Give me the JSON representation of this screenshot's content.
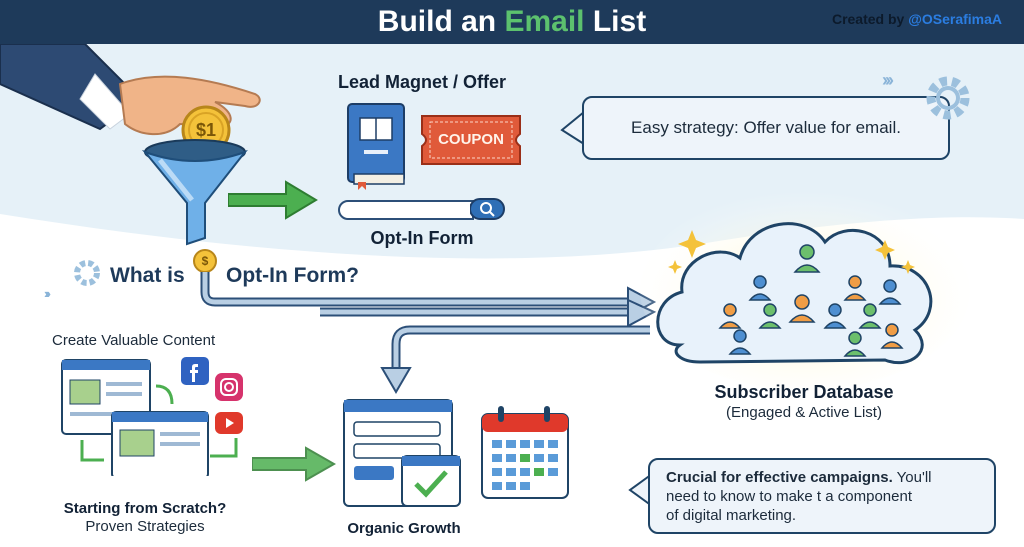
{
  "header": {
    "title_part1": "Build an ",
    "title_accent": "Email",
    "title_part2": " List",
    "credit_prefix": "Created by ",
    "credit_handle": "@OSerafimaA"
  },
  "funnel": {
    "coin_label": "$1",
    "small_coin_label": "$"
  },
  "lead_magnet": {
    "title": "Lead Magnet / Offer",
    "coupon_label": "COUPON"
  },
  "opt_in": {
    "form_label": "Opt-In Form"
  },
  "bubble_top": {
    "text": "Easy strategy: Offer value for email."
  },
  "question": {
    "part1": "What is",
    "part2": "Opt-In Form?"
  },
  "content": {
    "create_title": "Create Valuable Content",
    "scratch_title": "Starting from Scratch?",
    "scratch_sub": "Proven Strategies"
  },
  "organic": {
    "label": "Organic Growth"
  },
  "database": {
    "title": "Subscriber Database",
    "subtitle": "(Engaged & Active List)"
  },
  "bubble_bottom": {
    "bold": "Crucial for effective campaigns.",
    "line1_rest": " You'll",
    "line2": "need to know to make t a component",
    "line3": "of digital marketing."
  },
  "colors": {
    "navy": "#1e3a5a",
    "green": "#5cc16e",
    "blue_handle": "#2b7de1",
    "coupon_red": "#e05a3a"
  },
  "icons": [
    "hand-icon",
    "coin-icon",
    "funnel-icon",
    "book-icon",
    "coupon-icon",
    "search-icon",
    "gear-icon",
    "chevrons-icon",
    "cloud-icon",
    "facebook-icon",
    "instagram-icon",
    "youtube-icon",
    "calendar-icon",
    "browser-icon",
    "checkmark-icon"
  ]
}
